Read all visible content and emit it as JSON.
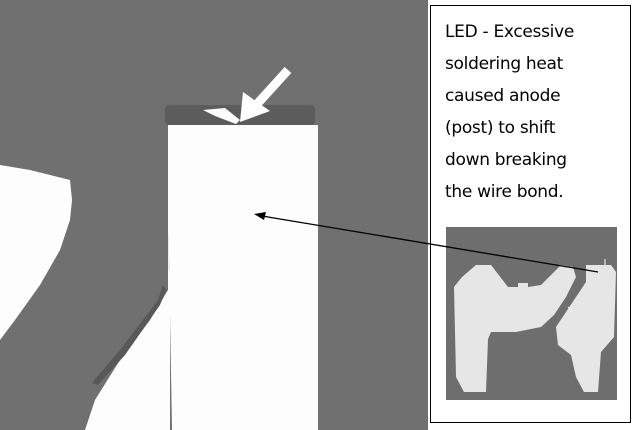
{
  "caption": {
    "lines": [
      "LED - Excessive",
      "soldering heat",
      "caused anode",
      "(post) to shift",
      "down breaking",
      "the wire bond."
    ]
  },
  "images": {
    "main": "x-ray-closeup-led-anode-post",
    "inset": "x-ray-full-led-leadframe"
  },
  "annotations": {
    "arrow_white": "white-arrow-pointing-to-broken-wire-bond",
    "leader_line": "arrow-from-inset-to-closeup"
  },
  "colors": {
    "background_gray": "#707070",
    "metal_white": "#fdfdfd",
    "dark_band": "#585858",
    "inset_gray": "#6e6e6e",
    "inset_metal": "#e6e6e6"
  }
}
